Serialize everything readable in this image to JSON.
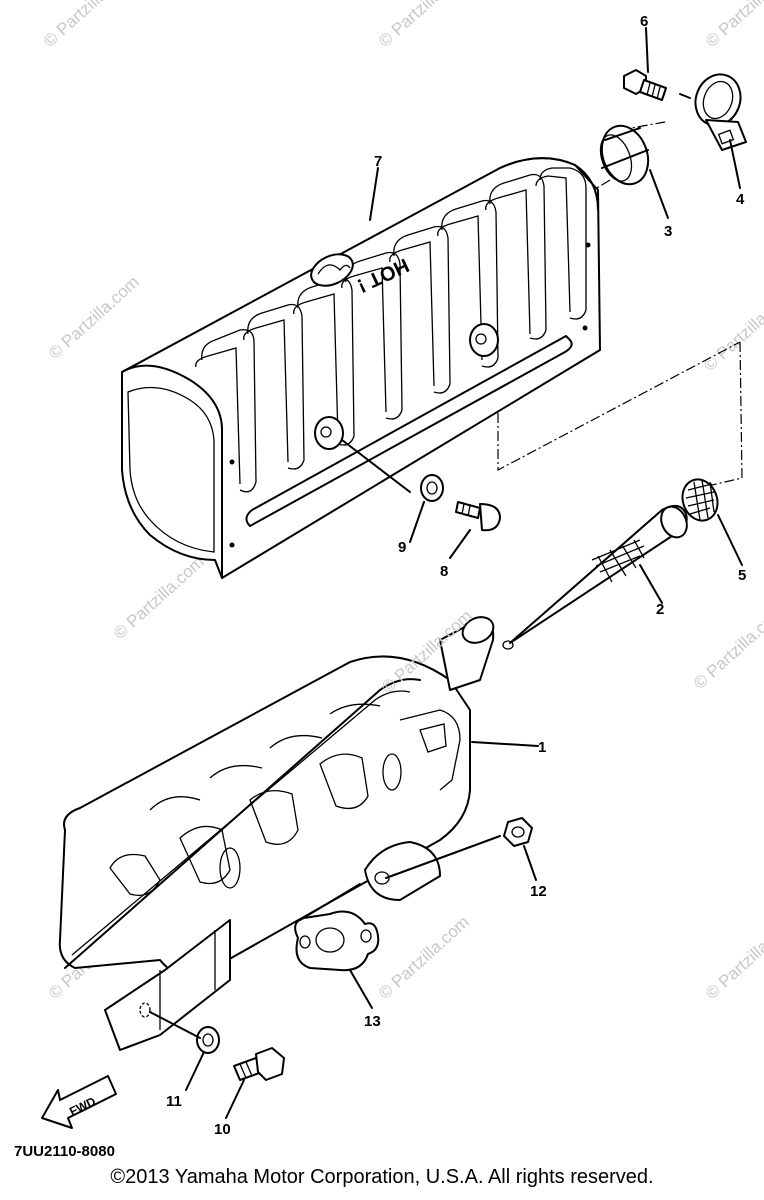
{
  "watermark": {
    "text": "© Partzilla.com",
    "short_text": "© Partzilla",
    "center_text": "© Partzilla.com"
  },
  "shield_text": "HOT !",
  "fwd_label": "FWD",
  "callouts": [
    "1",
    "2",
    "3",
    "4",
    "5",
    "6",
    "7",
    "8",
    "9",
    "10",
    "11",
    "12",
    "13"
  ],
  "part_code": "7UU2110-8080",
  "copyright": "©2013  Yamaha Motor Corporation, U.S.A. All rights reserved."
}
